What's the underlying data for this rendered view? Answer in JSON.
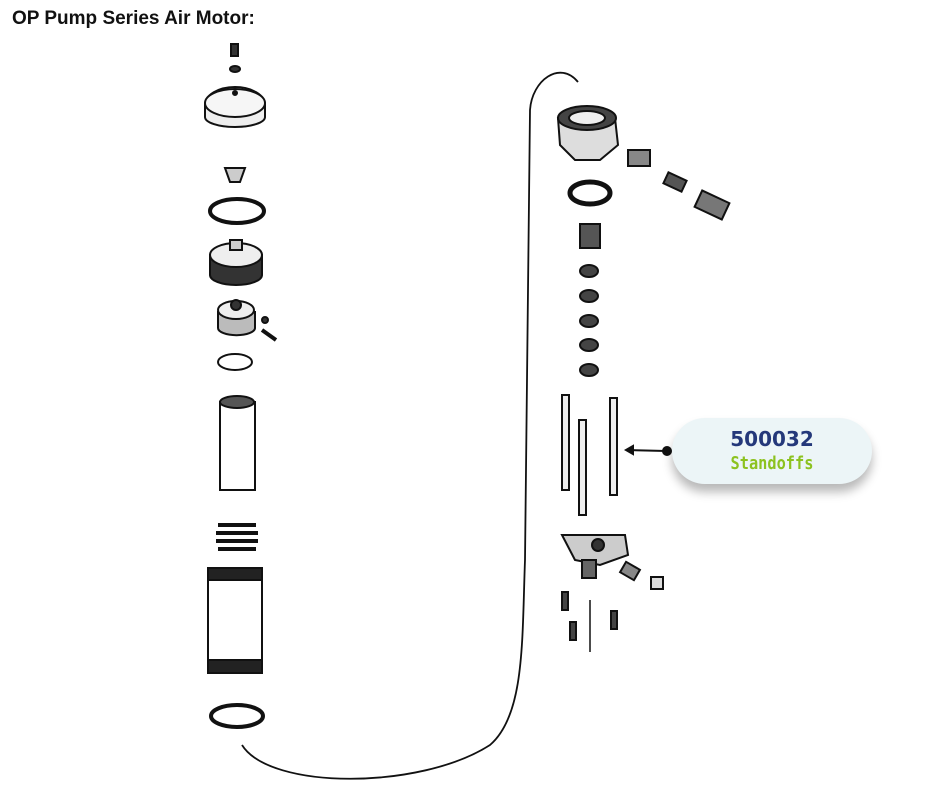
{
  "title": "OP Pump Series Air Motor:",
  "callout": {
    "part_number": "500032",
    "part_name": "Standoffs",
    "number_color": "#24387a",
    "name_color": "#8cc21f"
  }
}
